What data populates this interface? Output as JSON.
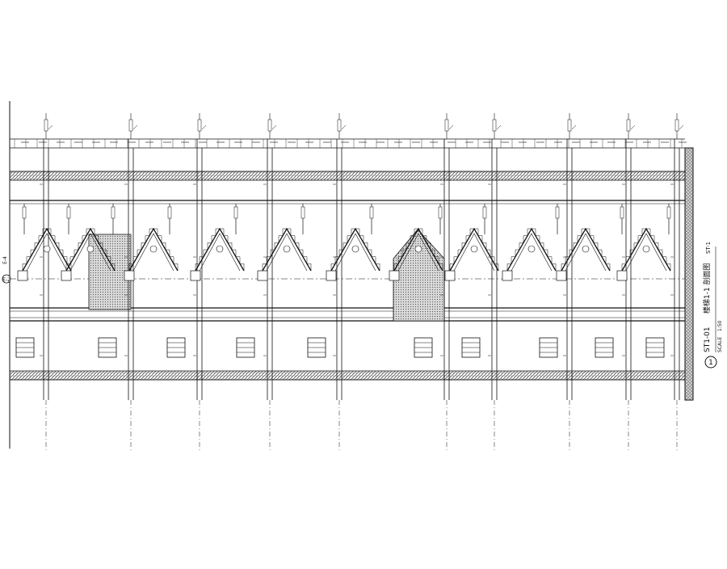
{
  "drawing": {
    "title_number": "ST1-01",
    "title_name": "楼梯1-1 剖面图",
    "scale_label": "SCALE",
    "scale_value": "1:50",
    "circle_label": "1",
    "sheet_ref": "ST-1"
  },
  "grid_marks": [
    "E-2",
    "E-4"
  ],
  "colors": {
    "line": "#111111",
    "hatch": "#555555",
    "background": "#ffffff"
  }
}
